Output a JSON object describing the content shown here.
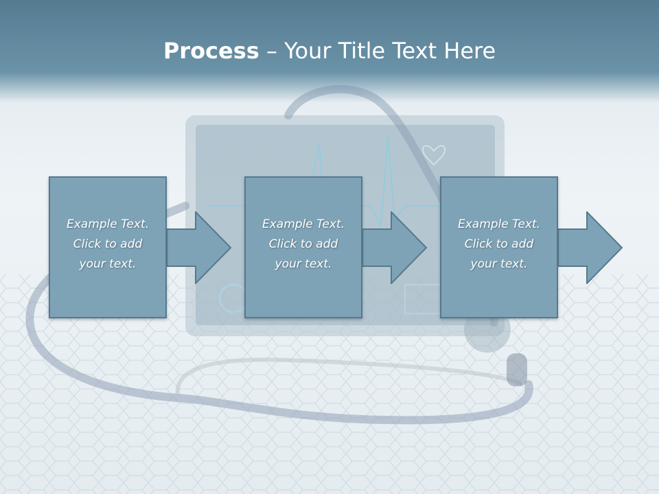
{
  "slide": {
    "title_bold": "Process",
    "title_rest": " – Your Title Text Here"
  },
  "steps": [
    {
      "line1": "Example Text.",
      "line2": "Click  to add",
      "line3": "your text."
    },
    {
      "line1": "Example Text.",
      "line2": "Click  to add",
      "line3": "your text."
    },
    {
      "line1": "Example Text.",
      "line2": "Click  to add",
      "line3": "your text."
    }
  ],
  "colors": {
    "header": "#5f879d",
    "box_fill": "#7fa3b6",
    "box_border": "#56788c",
    "text": "#ffffff"
  }
}
